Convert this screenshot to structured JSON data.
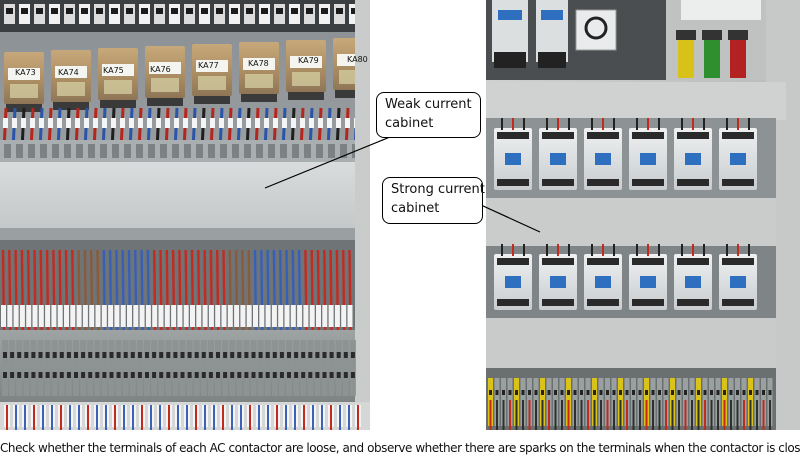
{
  "photos": {
    "left": {
      "relay_labels": [
        "KA73",
        "KA74",
        "KA75",
        "KA76",
        "KA77",
        "KA78",
        "KA79",
        "KA80"
      ]
    }
  },
  "callouts": {
    "weak": {
      "line1": "Weak current",
      "line2": "cabinet"
    },
    "strong": {
      "line1": "Strong current",
      "line2": "cabinet"
    }
  },
  "caption": "Check whether the terminals of each AC contactor are loose, and observe whether there are sparks on the terminals when the contactor is closed"
}
